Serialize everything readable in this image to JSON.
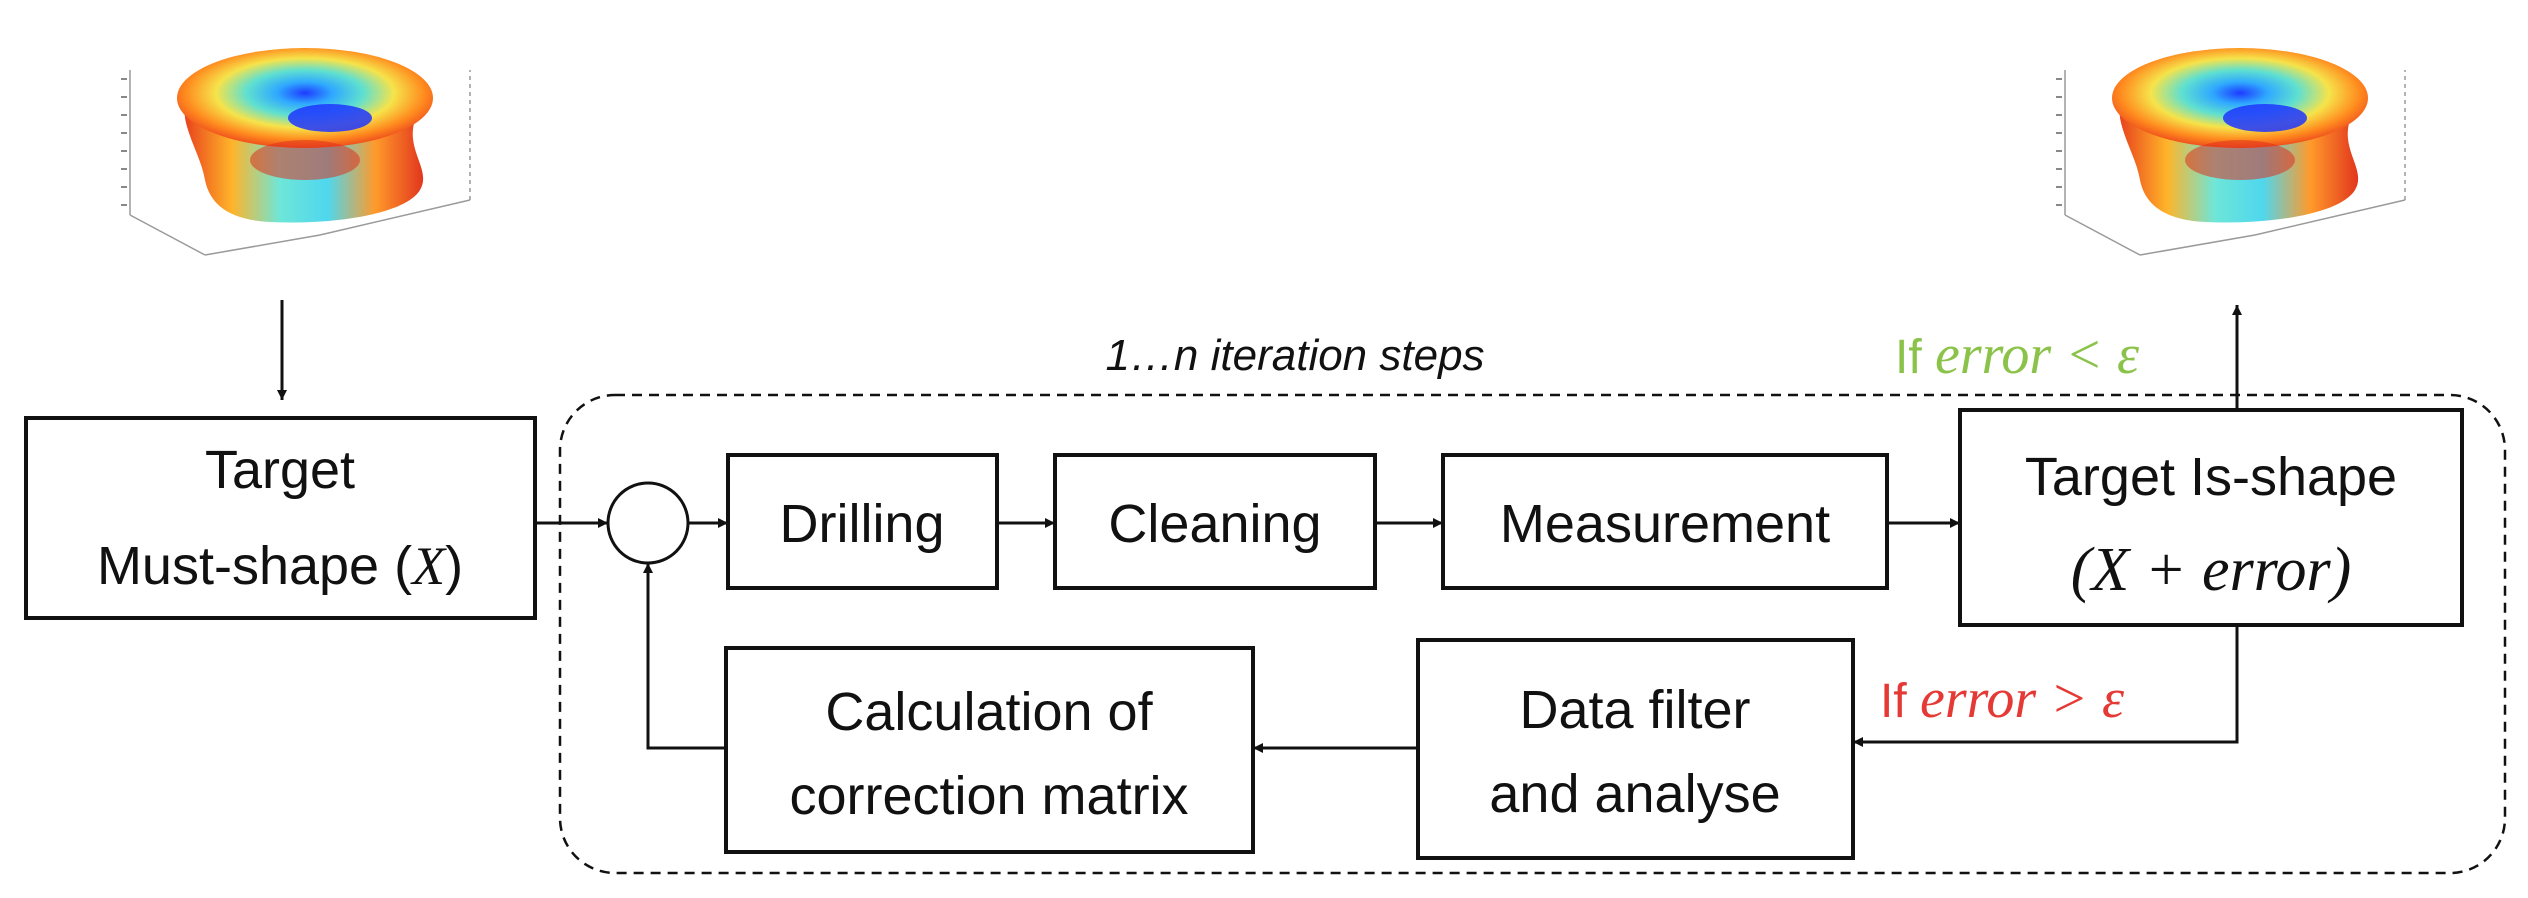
{
  "surface_plot_left": {
    "kind": "3d-surface-plot",
    "colormap": "jet"
  },
  "surface_plot_right": {
    "kind": "3d-surface-plot",
    "colormap": "jet"
  },
  "iteration_label": "1…n iteration steps",
  "nodes": {
    "target_must": {
      "line1": "Target",
      "line2": "Must-shape (",
      "var": "X",
      "close": ")"
    },
    "drilling": "Drilling",
    "cleaning": "Cleaning",
    "measurement": "Measurement",
    "target_is": {
      "line1": "Target Is-shape",
      "line2": "(X + error)"
    },
    "data_filter": {
      "line1": "Data filter",
      "line2": "and analyse"
    },
    "correction": {
      "line1": "Calculation of",
      "line2": "correction matrix"
    }
  },
  "conditions": {
    "success": {
      "prefix": "If ",
      "expr": "error < ε",
      "color": "#8bc34a"
    },
    "failure": {
      "prefix": "If ",
      "expr": "error > ε",
      "color": "#e53935"
    }
  },
  "colors": {
    "line": "#111111",
    "text": "#111111"
  }
}
